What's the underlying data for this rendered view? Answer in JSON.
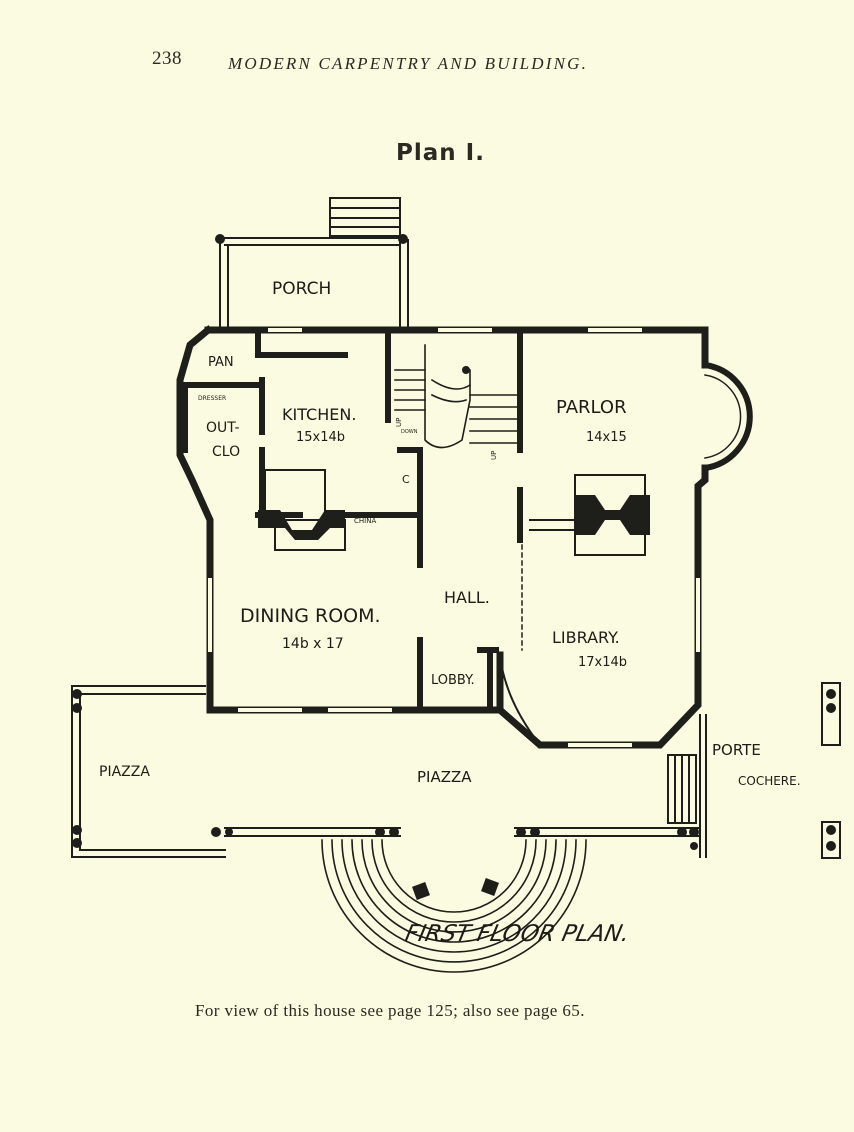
{
  "header": {
    "page_number": "238",
    "running_head": "MODERN CARPENTRY AND BUILDING."
  },
  "plan_title": "Plan I.",
  "rooms": {
    "porch": "PORCH",
    "pantry": "PAN",
    "dresser": "DRESSER",
    "outlet_closet_line1": "OUT-",
    "outlet_closet_line2": "CLO",
    "kitchen_name": "KITCHEN.",
    "kitchen_size": "15x14b",
    "parlor_name": "PARLOR",
    "parlor_size": "14x15",
    "china": "CHINA",
    "dining_name": "DINING ROOM.",
    "dining_size": "14b x 17",
    "hall": "HALL.",
    "library_name": "LIBRARY.",
    "library_size": "17x14b",
    "lobby": "LOBBY.",
    "piazza_left": "PIAZZA",
    "piazza_center": "PIAZZA",
    "porte_cochere_line1": "PORTE",
    "porte_cochere_line2": "COCHERE.",
    "stair_up_1": "UP",
    "stair_up_2": "UP",
    "stair_down": "DOWN",
    "closet_c": "C"
  },
  "plan_signature": "FIRST FLOOR PLAN.",
  "caption": "For view of this house see page 125; also see page 65."
}
